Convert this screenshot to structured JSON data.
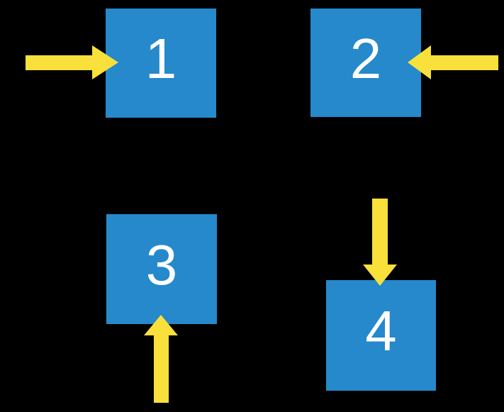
{
  "colors": {
    "background": "#000000",
    "square_blue": "#2589CB",
    "arrow_yellow": "#F9E03B",
    "label_white": "#FFFFFF"
  },
  "squares": [
    {
      "label": "1"
    },
    {
      "label": "2"
    },
    {
      "label": "3"
    },
    {
      "label": "4"
    }
  ],
  "arrows": [
    {
      "points": "right",
      "target_square": "1"
    },
    {
      "points": "left",
      "target_square": "2"
    },
    {
      "points": "up",
      "target_square": "3"
    },
    {
      "points": "down",
      "target_square": "4"
    }
  ]
}
